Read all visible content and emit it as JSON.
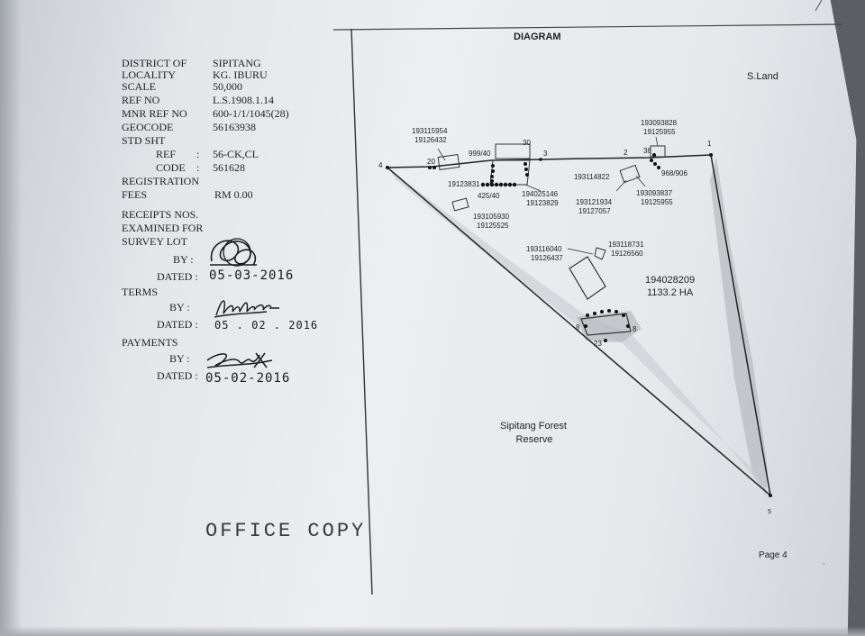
{
  "form": {
    "district_label": "DISTRICT OF",
    "district_value": "SIPITANG",
    "locality_label": "LOCALITY",
    "locality_value": "KG. IBURU",
    "scale_label": "SCALE",
    "scale_value": "50,000",
    "refno_label": "REF NO",
    "refno_value": "L.S.1908.1.14",
    "mnr_label": "MNR REF NO",
    "mnr_value": "600-1/1/1045(28)",
    "geocode_label": "GEOCODE",
    "geocode_value": "56163938",
    "stdsht_label": "STD SHT",
    "ref_label": "REF",
    "ref_colon": ":",
    "ref_value": "56-CK,CL",
    "code_label": "CODE",
    "code_colon": ":",
    "code_value": "561628",
    "registration_label": "REGISTRATION",
    "fees_label": "FEES",
    "fees_value": "RM  0.00",
    "receipts_label": "RECEIPTS NOS.",
    "examined_label": "EXAMINED FOR",
    "survey_lot_label": "SURVEY LOT",
    "by1_label": "BY :",
    "dated1_label": "DATED :",
    "dated1_value": "05-03-2016",
    "terms_label": "TERMS",
    "by2_label": "BY :",
    "dated2_label": "DATED :",
    "dated2_value": "05 . 02 . 2016",
    "payments_label": "PAYMENTS",
    "by3_label": "BY :",
    "dated3_label": "DATED :",
    "dated3_value": "05-02-2016"
  },
  "stamp": {
    "office_copy": "OFFICE  COPY"
  },
  "diagram": {
    "title": "DIAGRAM",
    "s_land": "S.Land",
    "main_lot_id": "194028209",
    "main_lot_area": "1133.2 HA",
    "reserve_line1": "Sipitang Forest",
    "reserve_line2": "Reserve",
    "corners": {
      "c1": "1",
      "c2": "2",
      "c3": "3",
      "c4": "4",
      "c5": "5",
      "c8a": "8",
      "c8b": "8",
      "c20": "20",
      "c23": "23",
      "c30": "30",
      "c38": "38"
    },
    "bearings": {
      "b999": "999/40",
      "b425": "425/40",
      "b968": "968/906"
    },
    "lots": {
      "l1a": "193115954",
      "l1b": "19126432",
      "l2a": "193093828",
      "l2b": "19125955",
      "l3": "19123831",
      "l4a": "194025146",
      "l4b": "19123829",
      "l5": "193114822",
      "l6a": "193121934",
      "l6b": "19127057",
      "l7a": "193093837",
      "l7b": "19125955",
      "l8a": "193105930",
      "l8b": "19125525",
      "l9a": "193116040",
      "l9b": "19126437",
      "l10a": "193118731",
      "l10b": "19126560"
    },
    "page": "Page 4"
  }
}
